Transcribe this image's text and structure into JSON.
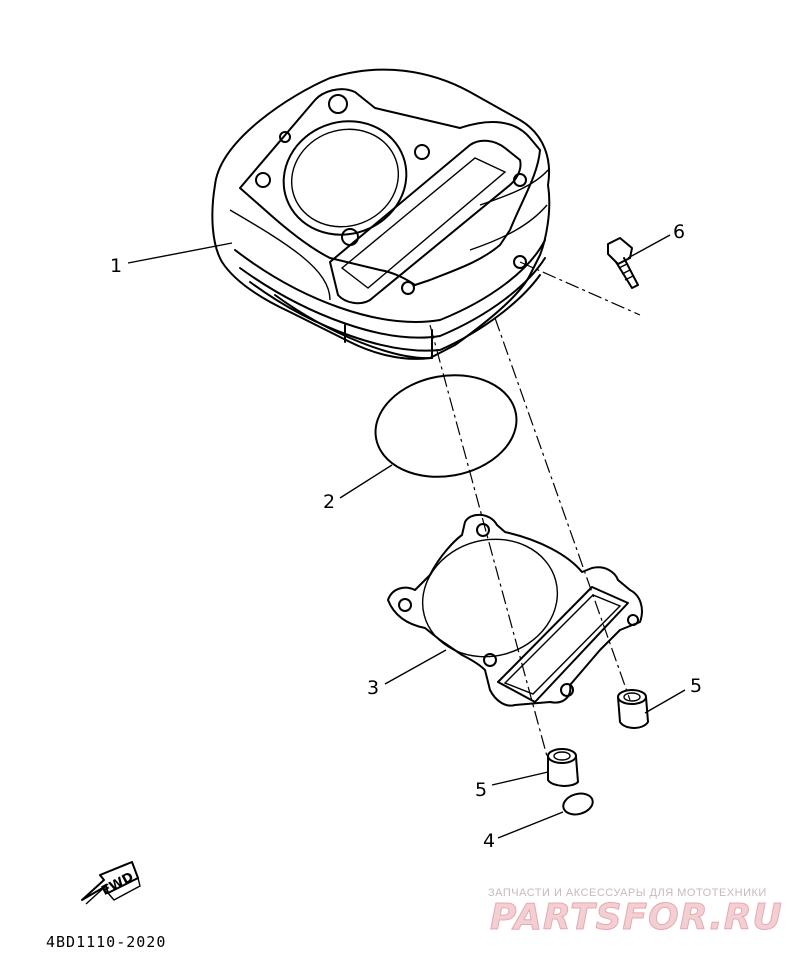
{
  "diagram": {
    "callouts": [
      {
        "id": "1",
        "label": "1"
      },
      {
        "id": "2",
        "label": "2"
      },
      {
        "id": "3",
        "label": "3"
      },
      {
        "id": "4",
        "label": "4"
      },
      {
        "id": "5a",
        "label": "5"
      },
      {
        "id": "5b",
        "label": "5"
      },
      {
        "id": "6",
        "label": "6"
      }
    ],
    "fwd_label": "FWD",
    "drawing_code": "4BD1110-2020"
  },
  "watermark": {
    "tagline": "ЗАПЧАСТИ И АКСЕССУАРЫ ДЛЯ МОТОТЕХНИКИ",
    "brand": "PARTSFOR.RU"
  }
}
